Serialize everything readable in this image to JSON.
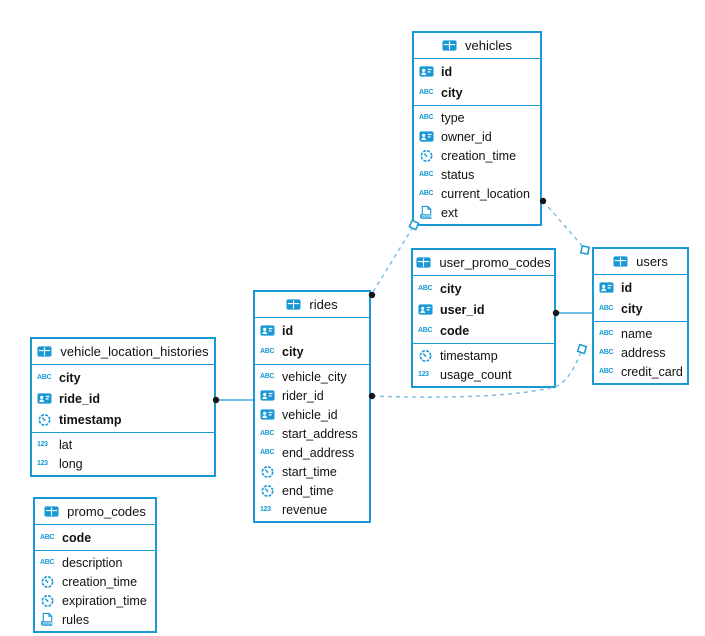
{
  "colors": {
    "accent": "#1899d6",
    "dashed_line": "#74bce6",
    "solid_line": "#1899d6",
    "endpoint_dot": "#161616",
    "text": "#111111",
    "bg": "#ffffff"
  },
  "tables": [
    {
      "title": "vehicles",
      "primary": [
        {
          "icon": "id-badge-icon",
          "name": "id"
        },
        {
          "icon": "text-icon",
          "name": "city"
        }
      ],
      "fields": [
        {
          "icon": "text-icon",
          "name": "type"
        },
        {
          "icon": "id-badge-icon",
          "name": "owner_id"
        },
        {
          "icon": "clock-icon",
          "name": "creation_time"
        },
        {
          "icon": "text-icon",
          "name": "status"
        },
        {
          "icon": "text-icon",
          "name": "current_location"
        },
        {
          "icon": "json-icon",
          "name": "ext"
        }
      ]
    },
    {
      "title": "user_promo_codes",
      "primary": [
        {
          "icon": "text-icon",
          "name": "city"
        },
        {
          "icon": "id-badge-icon",
          "name": "user_id"
        },
        {
          "icon": "text-icon",
          "name": "code"
        }
      ],
      "fields": [
        {
          "icon": "clock-icon",
          "name": "timestamp"
        },
        {
          "icon": "number-icon",
          "name": "usage_count"
        }
      ]
    },
    {
      "title": "users",
      "primary": [
        {
          "icon": "id-badge-icon",
          "name": "id"
        },
        {
          "icon": "text-icon",
          "name": "city"
        }
      ],
      "fields": [
        {
          "icon": "text-icon",
          "name": "name"
        },
        {
          "icon": "text-icon",
          "name": "address"
        },
        {
          "icon": "text-icon",
          "name": "credit_card"
        }
      ]
    },
    {
      "title": "rides",
      "primary": [
        {
          "icon": "id-badge-icon",
          "name": "id"
        },
        {
          "icon": "text-icon",
          "name": "city"
        }
      ],
      "fields": [
        {
          "icon": "text-icon",
          "name": "vehicle_city"
        },
        {
          "icon": "id-badge-icon",
          "name": "rider_id"
        },
        {
          "icon": "id-badge-icon",
          "name": "vehicle_id"
        },
        {
          "icon": "text-icon",
          "name": "start_address"
        },
        {
          "icon": "text-icon",
          "name": "end_address"
        },
        {
          "icon": "clock-icon",
          "name": "start_time"
        },
        {
          "icon": "clock-icon",
          "name": "end_time"
        },
        {
          "icon": "number-icon",
          "name": "revenue"
        }
      ]
    },
    {
      "title": "vehicle_location_histories",
      "primary": [
        {
          "icon": "text-icon",
          "name": "city"
        },
        {
          "icon": "id-badge-icon",
          "name": "ride_id"
        },
        {
          "icon": "clock-icon",
          "name": "timestamp"
        }
      ],
      "fields": [
        {
          "icon": "number-icon",
          "name": "lat"
        },
        {
          "icon": "number-icon",
          "name": "long"
        }
      ]
    },
    {
      "title": "promo_codes",
      "primary": [
        {
          "icon": "text-icon",
          "name": "code"
        }
      ],
      "fields": [
        {
          "icon": "text-icon",
          "name": "description"
        },
        {
          "icon": "clock-icon",
          "name": "creation_time"
        },
        {
          "icon": "clock-icon",
          "name": "expiration_time"
        },
        {
          "icon": "json-icon",
          "name": "rules"
        }
      ]
    }
  ],
  "relationships": [
    {
      "source": "rides",
      "target": "vehicles",
      "line": "dashed"
    },
    {
      "source": "vehicles",
      "target": "users",
      "line": "dashed"
    },
    {
      "source": "user_promo_codes",
      "target": "users",
      "line": "solid"
    },
    {
      "source": "vehicle_location_histories",
      "target": "rides",
      "line": "solid"
    },
    {
      "source": "rides",
      "target": "users",
      "line": "dashed"
    }
  ]
}
